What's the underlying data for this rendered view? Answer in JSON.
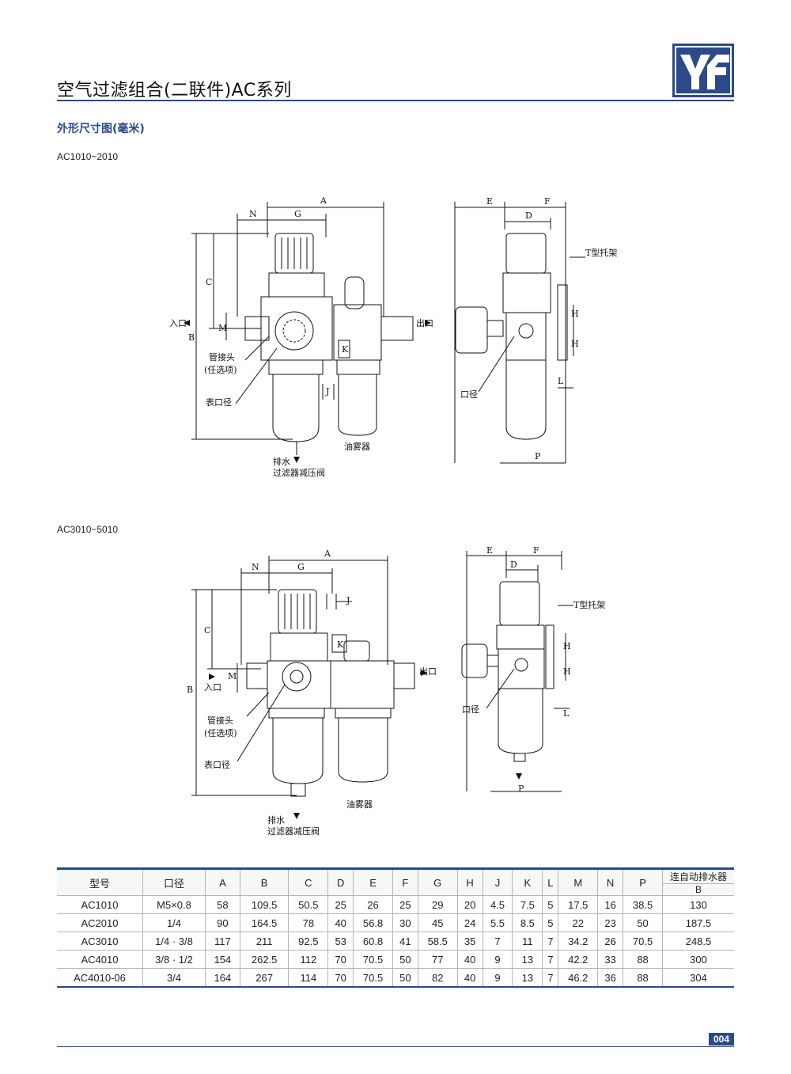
{
  "header": {
    "title": "空气过滤组合(二联件)AC系列",
    "logo_text": "YF",
    "brand_color": "#2b4a8a"
  },
  "section": {
    "heading": "外形尺寸图(毫米)"
  },
  "drawing1": {
    "caption": "AC1010~2010",
    "labels": {
      "A": "A",
      "N": "N",
      "G": "G",
      "C": "C",
      "B": "B",
      "M": "M",
      "J": "J",
      "K": "K",
      "E": "E",
      "F": "F",
      "D": "D",
      "H1": "H",
      "H2": "H",
      "L": "L",
      "P": "P",
      "inlet": "入口",
      "outlet": "出口",
      "pipe_joint": "管接头",
      "optional": "(任选项)",
      "gauge_port": "表口径",
      "drain": "排水",
      "filter_regulator": "过滤器减压阀",
      "lubricator": "油雾器",
      "t_bracket": "T型托架",
      "port": "口径"
    }
  },
  "drawing2": {
    "caption": "AC3010~5010",
    "labels": {
      "A": "A",
      "N": "N",
      "G": "G",
      "C": "C",
      "B": "B",
      "M": "M",
      "J": "J",
      "K": "K",
      "E": "E",
      "F": "F",
      "D": "D",
      "H1": "H",
      "H2": "H",
      "L": "L",
      "P": "P",
      "inlet": "入口",
      "outlet": "出口",
      "pipe_joint": "管接头",
      "optional": "(任选项)",
      "gauge_port": "表口径",
      "drain": "排水",
      "filter_regulator": "过滤器减压阀",
      "lubricator": "油雾器",
      "t_bracket": "T型托架",
      "port": "口径"
    }
  },
  "table": {
    "headers": [
      "型号",
      "口径",
      "A",
      "B",
      "C",
      "D",
      "E",
      "F",
      "G",
      "H",
      "J",
      "K",
      "L",
      "M",
      "N",
      "P"
    ],
    "last_header_top": "连自动排水器",
    "last_header_bottom": "B",
    "rows": [
      [
        "AC1010",
        "M5×0.8",
        "58",
        "109.5",
        "50.5",
        "25",
        "26",
        "25",
        "29",
        "20",
        "4.5",
        "7.5",
        "5",
        "17.5",
        "16",
        "38.5",
        "130"
      ],
      [
        "AC2010",
        "1/4",
        "90",
        "164.5",
        "78",
        "40",
        "56.8",
        "30",
        "45",
        "24",
        "5.5",
        "8.5",
        "5",
        "22",
        "23",
        "50",
        "187.5"
      ],
      [
        "AC3010",
        "1/4 · 3/8",
        "117",
        "211",
        "92.5",
        "53",
        "60.8",
        "41",
        "58.5",
        "35",
        "7",
        "11",
        "7",
        "34.2",
        "26",
        "70.5",
        "248.5"
      ],
      [
        "AC4010",
        "3/8 · 1/2",
        "154",
        "262.5",
        "112",
        "70",
        "70.5",
        "50",
        "77",
        "40",
        "9",
        "13",
        "7",
        "42.2",
        "33",
        "88",
        "300"
      ],
      [
        "AC4010-06",
        "3/4",
        "164",
        "267",
        "114",
        "70",
        "70.5",
        "50",
        "82",
        "40",
        "9",
        "13",
        "7",
        "46.2",
        "36",
        "88",
        "304"
      ]
    ]
  },
  "footer": {
    "page_number": "004"
  }
}
